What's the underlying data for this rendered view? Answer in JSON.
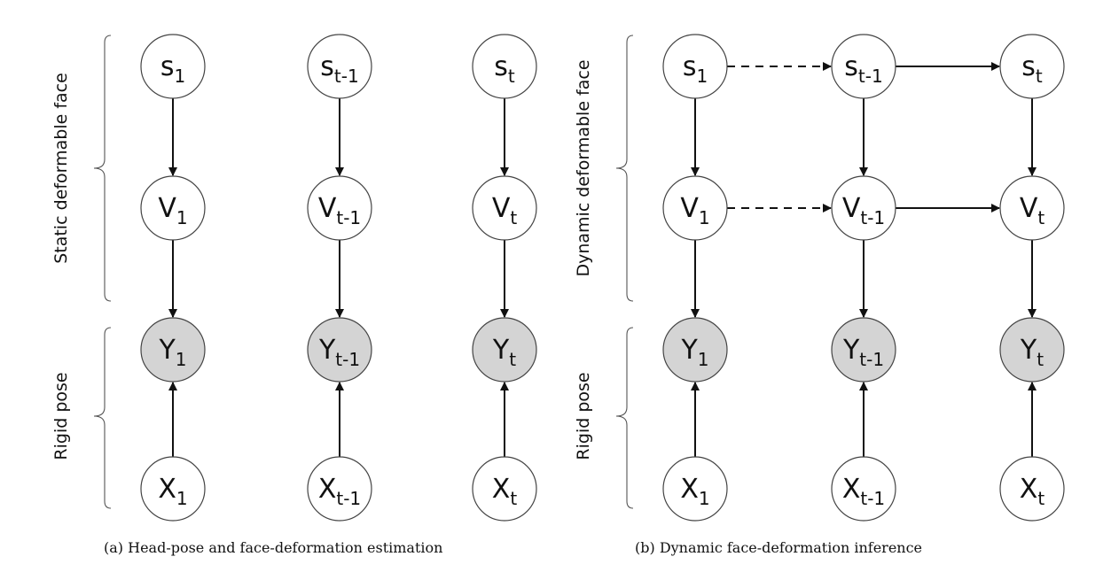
{
  "panels": [
    {
      "caption": "(a) Head-pose and face-deformation estimation",
      "groups": [
        {
          "label": "Static deformable face"
        },
        {
          "label": "Rigid pose"
        }
      ],
      "nodes": [
        {
          "id": "a-s1",
          "base": "s",
          "sub": "1",
          "observed": false
        },
        {
          "id": "a-st1",
          "base": "s",
          "sub": "t-1",
          "observed": false
        },
        {
          "id": "a-st",
          "base": "s",
          "sub": "t",
          "observed": false
        },
        {
          "id": "a-v1",
          "base": "V",
          "sub": "1",
          "observed": false
        },
        {
          "id": "a-vt1",
          "base": "V",
          "sub": "t-1",
          "observed": false
        },
        {
          "id": "a-vt",
          "base": "V",
          "sub": "t",
          "observed": false
        },
        {
          "id": "a-y1",
          "base": "Y",
          "sub": "1",
          "observed": true
        },
        {
          "id": "a-yt1",
          "base": "Y",
          "sub": "t-1",
          "observed": true
        },
        {
          "id": "a-yt",
          "base": "Y",
          "sub": "t",
          "observed": true
        },
        {
          "id": "a-x1",
          "base": "X",
          "sub": "1",
          "observed": false
        },
        {
          "id": "a-xt1",
          "base": "X",
          "sub": "t-1",
          "observed": false
        },
        {
          "id": "a-xt",
          "base": "X",
          "sub": "t",
          "observed": false
        }
      ],
      "edges": [
        {
          "from": "a-s1",
          "to": "a-v1",
          "style": "solid"
        },
        {
          "from": "a-st1",
          "to": "a-vt1",
          "style": "solid"
        },
        {
          "from": "a-st",
          "to": "a-vt",
          "style": "solid"
        },
        {
          "from": "a-v1",
          "to": "a-y1",
          "style": "solid"
        },
        {
          "from": "a-vt1",
          "to": "a-yt1",
          "style": "solid"
        },
        {
          "from": "a-vt",
          "to": "a-yt",
          "style": "solid"
        },
        {
          "from": "a-x1",
          "to": "a-y1",
          "style": "solid"
        },
        {
          "from": "a-xt1",
          "to": "a-yt1",
          "style": "solid"
        },
        {
          "from": "a-xt",
          "to": "a-yt",
          "style": "solid"
        }
      ]
    },
    {
      "caption": "(b) Dynamic face-deformation inference",
      "groups": [
        {
          "label": "Dynamic deformable face"
        },
        {
          "label": "Rigid pose"
        }
      ],
      "nodes": [
        {
          "id": "b-s1",
          "base": "s",
          "sub": "1",
          "observed": false
        },
        {
          "id": "b-st1",
          "base": "s",
          "sub": "t-1",
          "observed": false
        },
        {
          "id": "b-st",
          "base": "s",
          "sub": "t",
          "observed": false
        },
        {
          "id": "b-v1",
          "base": "V",
          "sub": "1",
          "observed": false
        },
        {
          "id": "b-vt1",
          "base": "V",
          "sub": "t-1",
          "observed": false
        },
        {
          "id": "b-vt",
          "base": "V",
          "sub": "t",
          "observed": false
        },
        {
          "id": "b-y1",
          "base": "Y",
          "sub": "1",
          "observed": true
        },
        {
          "id": "b-yt1",
          "base": "Y",
          "sub": "t-1",
          "observed": true
        },
        {
          "id": "b-yt",
          "base": "Y",
          "sub": "t",
          "observed": true
        },
        {
          "id": "b-x1",
          "base": "X",
          "sub": "1",
          "observed": false
        },
        {
          "id": "b-xt1",
          "base": "X",
          "sub": "t-1",
          "observed": false
        },
        {
          "id": "b-xt",
          "base": "X",
          "sub": "t",
          "observed": false
        }
      ],
      "edges": [
        {
          "from": "b-s1",
          "to": "b-st1",
          "style": "dashed"
        },
        {
          "from": "b-st1",
          "to": "b-st",
          "style": "solid"
        },
        {
          "from": "b-v1",
          "to": "b-vt1",
          "style": "dashed"
        },
        {
          "from": "b-vt1",
          "to": "b-vt",
          "style": "solid"
        },
        {
          "from": "b-s1",
          "to": "b-v1",
          "style": "solid"
        },
        {
          "from": "b-st1",
          "to": "b-vt1",
          "style": "solid"
        },
        {
          "from": "b-st",
          "to": "b-vt",
          "style": "solid"
        },
        {
          "from": "b-v1",
          "to": "b-y1",
          "style": "solid"
        },
        {
          "from": "b-vt1",
          "to": "b-yt1",
          "style": "solid"
        },
        {
          "from": "b-vt",
          "to": "b-yt",
          "style": "solid"
        },
        {
          "from": "b-x1",
          "to": "b-y1",
          "style": "solid"
        },
        {
          "from": "b-xt1",
          "to": "b-yt1",
          "style": "solid"
        },
        {
          "from": "b-xt",
          "to": "b-yt",
          "style": "solid"
        }
      ]
    }
  ],
  "colors": {
    "observed_fill": "#d4d4d4",
    "latent_fill": "#ffffff",
    "edge": "#111111"
  }
}
